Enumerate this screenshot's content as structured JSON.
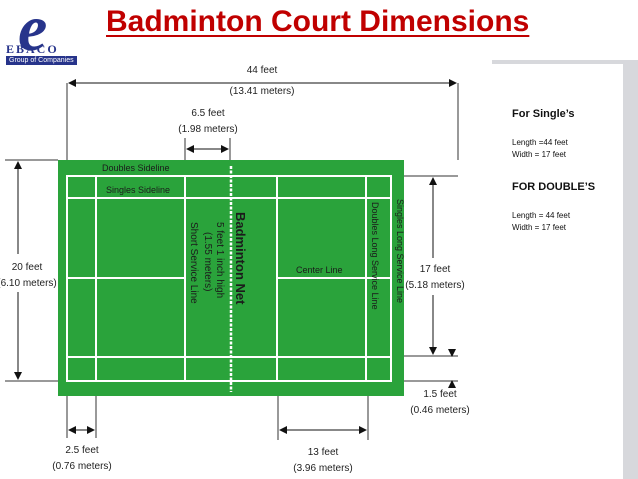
{
  "slide": {
    "title": "Badminton Court Dimensions",
    "logo": {
      "name": "EBACO",
      "subtitle": "Group of Companies"
    }
  },
  "colors": {
    "court": "#2aa33b",
    "lines": "#ffffff",
    "title": "#c00000",
    "logo": "#27348b"
  },
  "court_labels": {
    "doubles_sideline": "Doubles Sideline",
    "singles_sideline": "Singles Sideline",
    "net_title": "Badminton Net",
    "net_height_ft": "5 feet 1 inch high",
    "net_height_m": "(1.55 meters)",
    "short_service_line": "Short Service Line",
    "center_line": "Center Line",
    "doubles_long_service_line": "Doubles Long Service Line",
    "singles_long_service_line": "Singles Long Service Line"
  },
  "dimensions": {
    "length_ft": "44 feet",
    "length_m": "(13.41 meters)",
    "short_service_ft": "6.5 feet",
    "short_service_m": "(1.98 meters)",
    "width_ft": "20 feet",
    "width_m": "(6.10 meters)",
    "singles_width_ft": "17 feet",
    "singles_width_m": "(5.18 meters)",
    "alley_ft": "1.5 feet",
    "alley_m": "(0.46 meters)",
    "back_alley_ft": "2.5 feet",
    "back_alley_m": "(0.76 meters)",
    "half_service_ft": "13 feet",
    "half_service_m": "(3.96 meters)"
  },
  "info": {
    "singles_title": "For Single’s",
    "singles_length": "Length =44 feet",
    "singles_width": "Width = 17  feet",
    "doubles_title": "FOR DOUBLE’S",
    "doubles_length": "Length  = 44 feet",
    "doubles_width": "Width = 17 feet"
  }
}
